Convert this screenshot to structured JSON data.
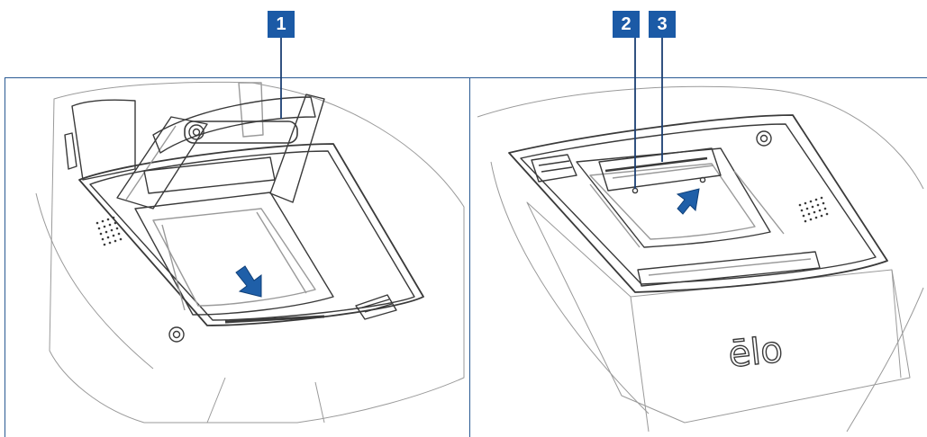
{
  "colors": {
    "callout_bg": "#1b5aa6",
    "frame": "#2a5a93",
    "arrow": "#1f5fa8",
    "line": "#3a3a3a",
    "soft_line": "#9a9a9a"
  },
  "left_panel": {
    "callout": "1",
    "callout_target": "printer-roller"
  },
  "right_panel": {
    "callouts": [
      "2",
      "3"
    ],
    "brand_logo_text": "ēlo"
  }
}
